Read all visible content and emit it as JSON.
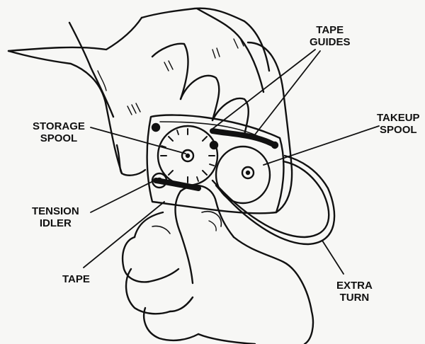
{
  "labels": {
    "tape_guides": {
      "line1": "TAPE",
      "line2": "GUIDES"
    },
    "storage_spool": {
      "line1": "STORAGE",
      "line2": "SPOOL"
    },
    "takeup_spool": {
      "line1": "TAKEUP",
      "line2": "SPOOL"
    },
    "tension_idler": {
      "line1": "TENSION",
      "line2": "IDLER"
    },
    "tape": {
      "line1": "TAPE"
    },
    "extra_turn": {
      "line1": "EXTRA",
      "line2": "TURN"
    }
  },
  "colors": {
    "ink": "#111111",
    "paper": "#f7f7f5"
  }
}
